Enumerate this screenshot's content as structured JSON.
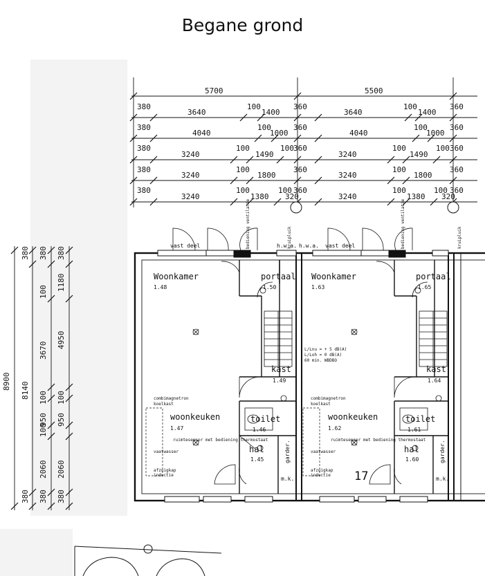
{
  "heading": "Begane grond",
  "dims_top": {
    "total": [
      "5700",
      "5500"
    ],
    "row2": [
      "380",
      "3640",
      "100",
      "1400",
      "360",
      "3640",
      "100",
      "1400",
      "360"
    ],
    "row3": [
      "380",
      "4040",
      "100",
      "1000",
      "360",
      "4040",
      "100",
      "1000",
      "360"
    ],
    "row4": [
      "380",
      "3240",
      "100",
      "1490",
      "100",
      "360",
      "3240",
      "100",
      "1490",
      "100",
      "360"
    ],
    "row5": [
      "380",
      "3240",
      "100",
      "1800",
      "360",
      "3240",
      "100",
      "1800",
      "360"
    ],
    "row6": [
      "380",
      "3240",
      "100",
      "1380",
      "100",
      "360",
      "3240",
      "100",
      "1380",
      "100",
      "360"
    ],
    "row6_extra": [
      "320",
      "320"
    ]
  },
  "dims_left": {
    "total": "8900",
    "sub1": "8140",
    "col_a": [
      "380",
      "100",
      "3670",
      "100",
      "950",
      "100",
      "2060",
      "380"
    ],
    "col_b": [
      "380",
      "1180",
      "4950",
      "100",
      "950",
      "2060",
      "380"
    ]
  },
  "rooms": [
    {
      "woonkamer": "Woonkamer",
      "woonkamer_nr": "1.48",
      "portaal": "portaal",
      "portaal_nr": "1.50",
      "kast": "kast",
      "kast_nr": "1.49",
      "woonkeuken": "woonkeuken",
      "woonkeuken_nr": "1.47",
      "toilet": "toilet",
      "toilet_nr": "1.46",
      "hal": "hal",
      "hal_nr": "1.45",
      "garderobe": "garder.",
      "mk": "m.k."
    },
    {
      "woonkamer": "Woonkamer",
      "woonkamer_nr": "1.63",
      "portaal": "portaal",
      "portaal_nr": "1.65",
      "kast": "kast",
      "kast_nr": "1.64",
      "woonkeuken": "woonkeuken",
      "woonkeuken_nr": "1.62",
      "toilet": "toilet",
      "toilet_nr": "1.61",
      "hal": "hal",
      "hal_nr": "1.60",
      "garderobe": "garder.",
      "mk": "m.k."
    }
  ],
  "labels": {
    "vast_deel": "vast deel",
    "hwa": "h.w.a.",
    "house_number": "17",
    "dim_note_1": "L/Lnu = + 5 dB(A)",
    "dim_note_2": "L/Loh = 0 dB(A)",
    "dim_note_3": "60 min. WBDBO",
    "kitchen_1": "combimagnetron",
    "kitchen_2": "koelkast",
    "kitchen_3": "vaatwasser",
    "kitchen_4": "afzuigkap",
    "kitchen_5": "inductie",
    "thermostat": "ruimtesensor met bediening thermostaat",
    "ventilatie": "bediening ventilatie",
    "kruipluik": "kruipluik"
  },
  "colors": {
    "line": "#111111",
    "wall": "#222222",
    "paper": "#ffffff",
    "smudge": "#e9e9e9"
  }
}
